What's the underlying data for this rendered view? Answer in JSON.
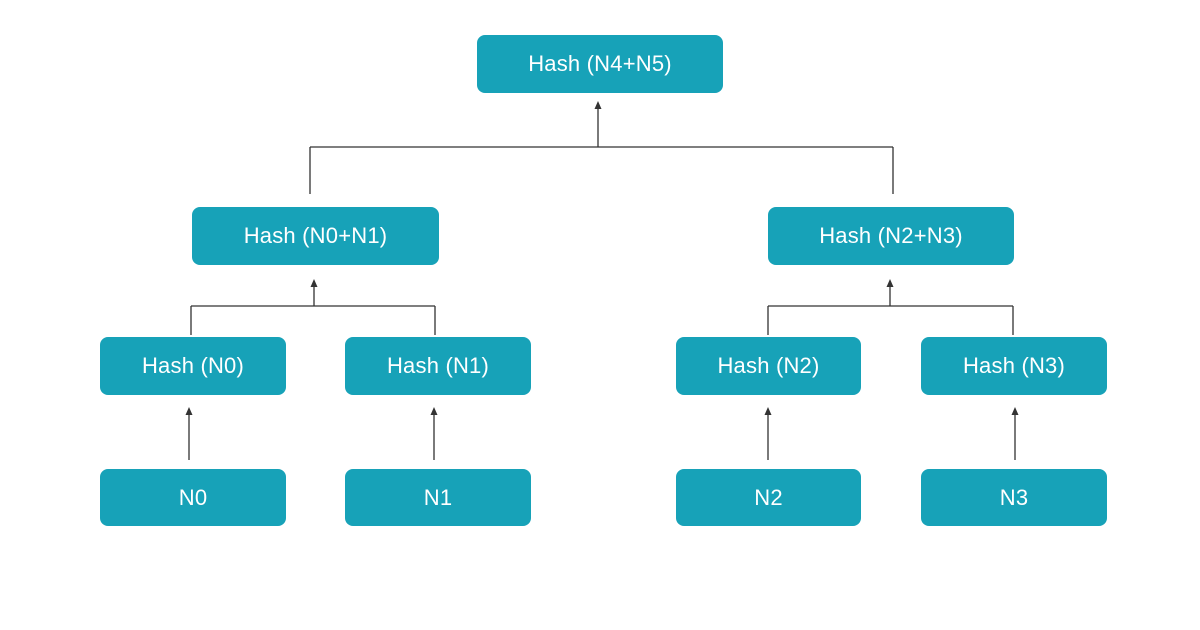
{
  "colors": {
    "node_fill": "#17a2b8",
    "node_text": "#ffffff",
    "line": "#333333",
    "background": "#ffffff"
  },
  "nodes": {
    "root": "Hash (N4+N5)",
    "hash_n0_n1": "Hash (N0+N1)",
    "hash_n2_n3": "Hash (N2+N3)",
    "hash_n0": "Hash (N0)",
    "hash_n1": "Hash (N1)",
    "hash_n2": "Hash (N2)",
    "hash_n3": "Hash (N3)",
    "n0": "N0",
    "n1": "N1",
    "n2": "N2",
    "n3": "N3"
  }
}
